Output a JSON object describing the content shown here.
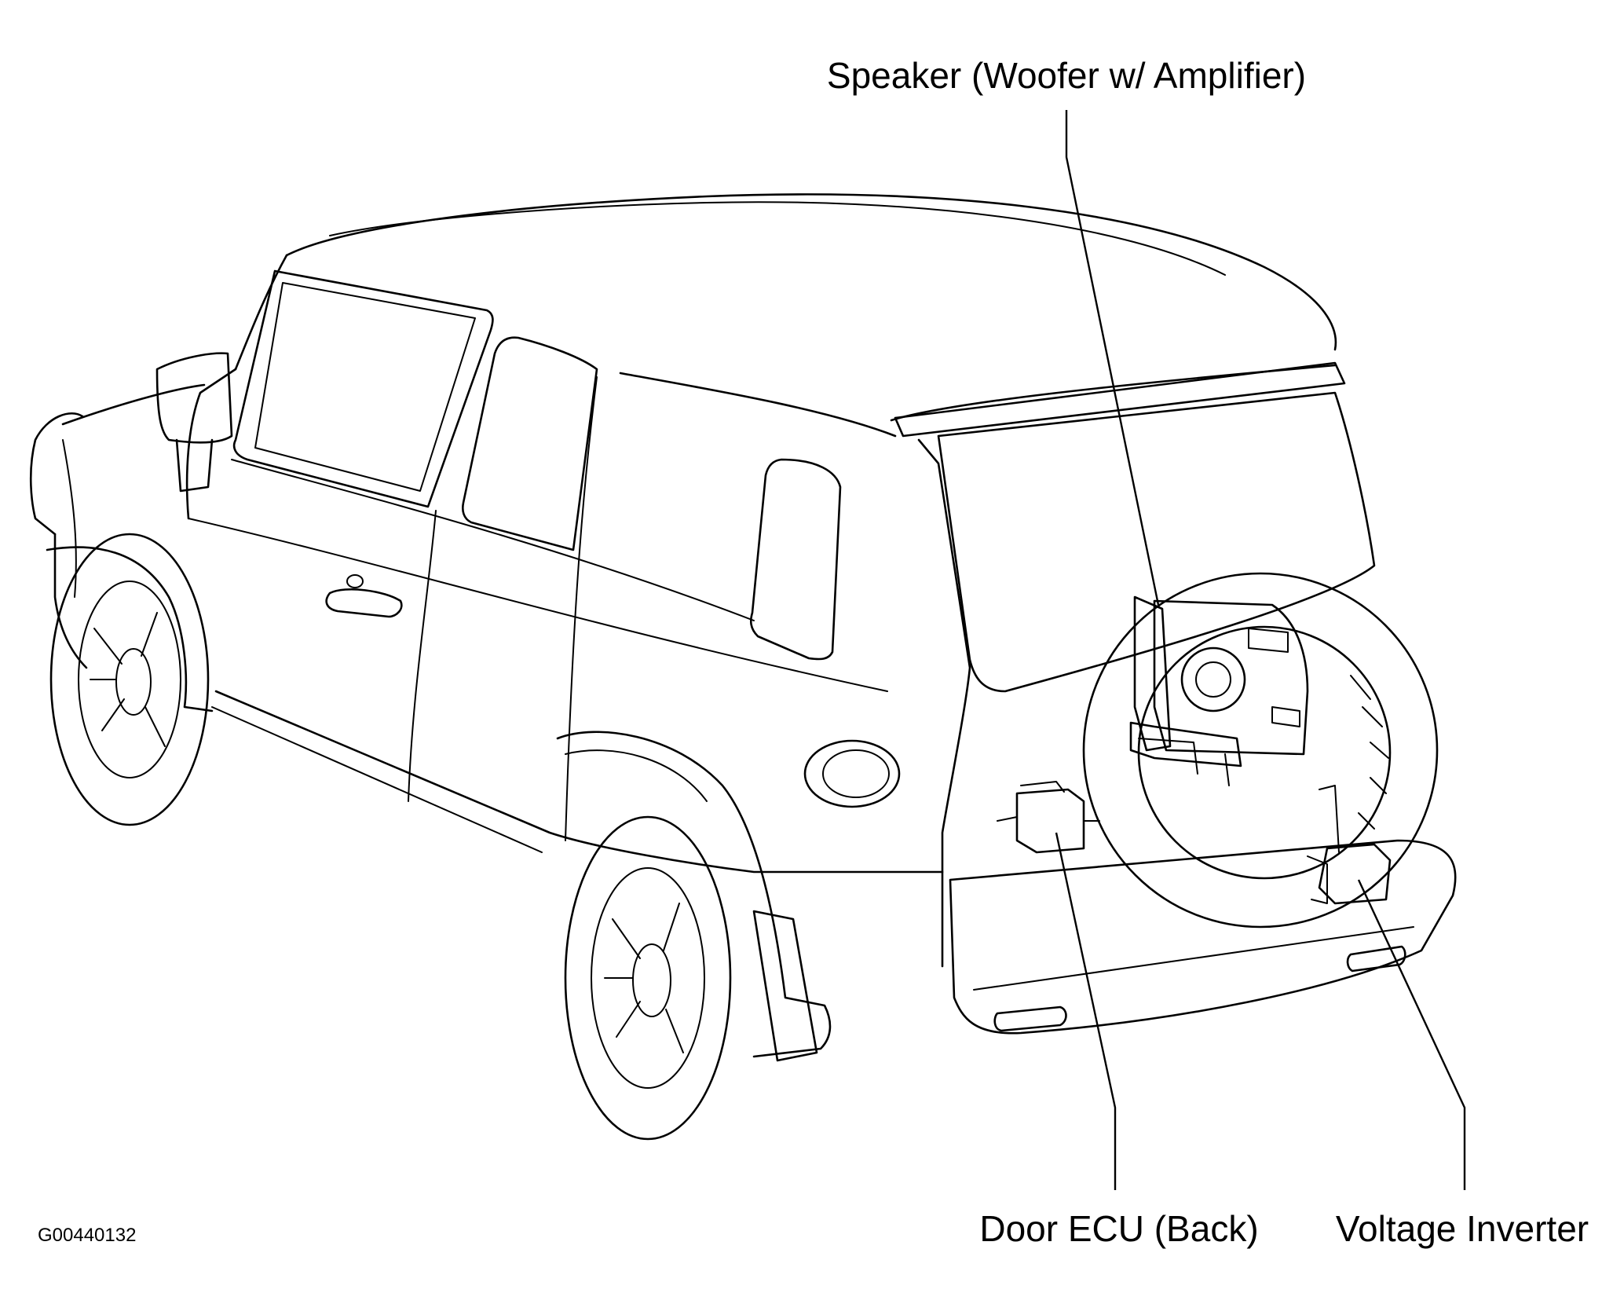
{
  "labels": {
    "speaker": "Speaker (Woofer w/ Amplifier)",
    "door_ecu": "Door ECU (Back)",
    "voltage_inverter": "Voltage Inverter"
  },
  "figure_id": "G00440132"
}
